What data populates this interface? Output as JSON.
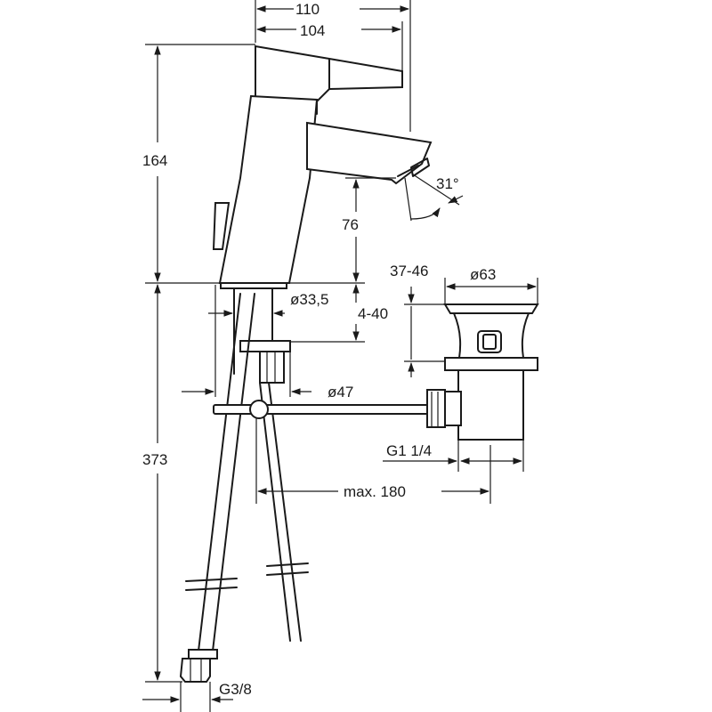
{
  "dimensions": {
    "width_total": "110",
    "width_spout": "104",
    "height_total": "164",
    "spout_angle": "31°",
    "spout_height": "76",
    "thread_range": "37-46",
    "waste_diameter": "ø63",
    "base_diameter": "ø33,5",
    "deck_thickness": "4-40",
    "hole_diameter": "ø47",
    "waste_thread": "G1 1/4",
    "rod_length": "max. 180",
    "hose_length": "373",
    "hose_thread": "G3/8"
  },
  "colors": {
    "line": "#1a1a1a",
    "background": "#ffffff"
  }
}
